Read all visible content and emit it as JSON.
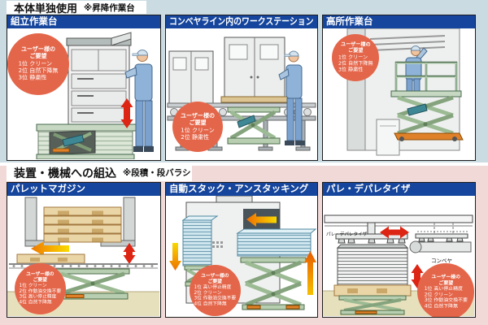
{
  "sections": [
    {
      "title": "本体単独使用",
      "note": "※昇降作業台"
    },
    {
      "title": "装置・機械への組込",
      "note": "※段積・段バラシ"
    }
  ],
  "badge_header": [
    "ユーザー様の",
    "ご要望"
  ],
  "panels": [
    {
      "title": "組立作業台",
      "requests": [
        [
          "1位",
          "クリーン"
        ],
        [
          "2位",
          "自然下降無"
        ],
        [
          "3位",
          "静粛性"
        ]
      ]
    },
    {
      "title": "コンベヤライン内のワークステーション",
      "requests": [
        [
          "1位",
          "クリーン"
        ],
        [
          "2位",
          "静粛性"
        ]
      ]
    },
    {
      "title": "高所作業台",
      "requests": [
        [
          "1位",
          "クリーン"
        ],
        [
          "2位",
          "自然下降無"
        ],
        [
          "3位",
          "静粛性"
        ]
      ]
    },
    {
      "title": "パレットマガジン",
      "requests": [
        [
          "1位",
          "クリーン"
        ],
        [
          "2位",
          "作動油交換不要"
        ],
        [
          "3位",
          "高い停止精度"
        ],
        [
          "4位",
          "自然下降無"
        ]
      ]
    },
    {
      "title": "自動スタック・アンスタッキング",
      "requests": [
        [
          "1位",
          "高い停止精度"
        ],
        [
          "2位",
          "クリーン"
        ],
        [
          "3位",
          "作動油交換不要"
        ],
        [
          "4位",
          "自然下降無"
        ]
      ]
    },
    {
      "title": "パレ・デパレタイザ",
      "requests": [
        [
          "1位",
          "高い停止精度"
        ],
        [
          "2位",
          "クリーン"
        ],
        [
          "3位",
          "作動油交換不要"
        ],
        [
          "4位",
          "自然下降無"
        ]
      ],
      "labels": {
        "palletizer": "パレ・デパレタイザ",
        "conveyor": "コンベヤ"
      }
    }
  ],
  "colors": {
    "section_bg_top": "#cbdbe2",
    "section_bg_bottom": "#f1d9d8",
    "panel_title_bg": "#15459c",
    "badge_bg": "#e4664a",
    "arrow_red": "#dd2514",
    "arrow_yellow": "#f8d800",
    "arrow_orange": "#ef7a00",
    "lift_green": "#b7cfb0",
    "floor_beige": "#e7e0bc"
  }
}
